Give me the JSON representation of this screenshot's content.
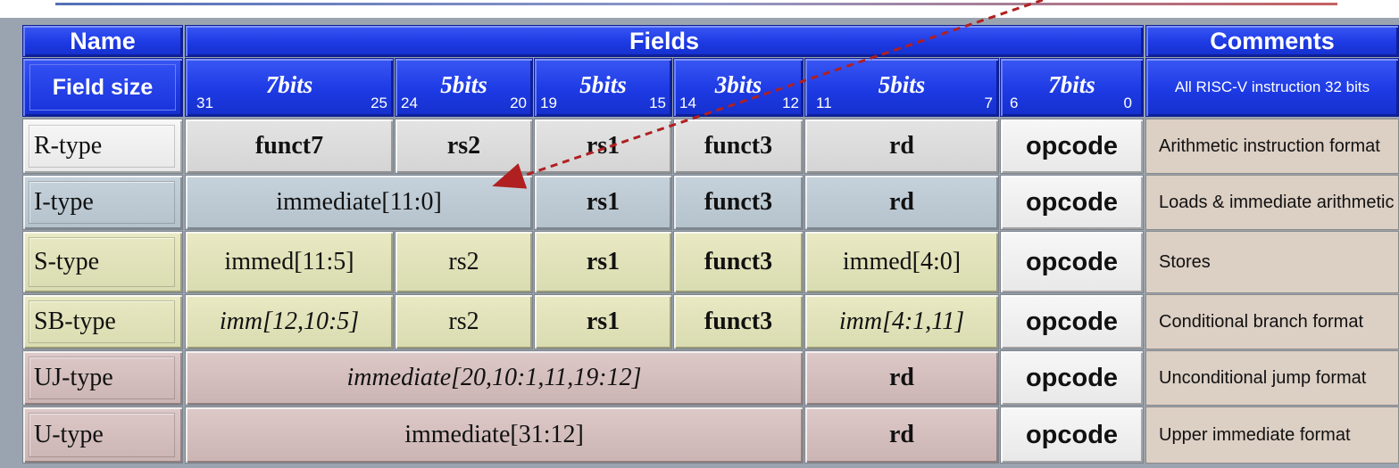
{
  "header": {
    "name": "Name",
    "fields": "Fields",
    "comments": "Comments"
  },
  "field_size": {
    "label": "Field size",
    "comment": "All RISC-V instruction 32 bits",
    "segments": [
      {
        "width": "7bits",
        "hi": "31",
        "lo": "25"
      },
      {
        "width": "5bits",
        "hi": "24",
        "lo": "20"
      },
      {
        "width": "5bits",
        "hi": "19",
        "lo": "15"
      },
      {
        "width": "3bits",
        "hi": "14",
        "lo": "12"
      },
      {
        "width": "5bits",
        "hi": "11",
        "lo": "7"
      },
      {
        "width": "7bits",
        "hi": "6",
        "lo": "0"
      }
    ]
  },
  "rows": [
    {
      "name": "R-type",
      "cells": [
        "funct7",
        "rs2",
        "rs1",
        "funct3",
        "rd",
        "opcode"
      ],
      "comment": "Arithmetic instruction format"
    },
    {
      "name": "I-type",
      "cells": [
        "immediate[11:0]",
        "rs1",
        "funct3",
        "rd",
        "opcode"
      ],
      "comment": "Loads & immediate arithmetic"
    },
    {
      "name": "S-type",
      "cells": [
        "immed[11:5]",
        "rs2",
        "rs1",
        "funct3",
        "immed[4:0]",
        "opcode"
      ],
      "comment": "Stores"
    },
    {
      "name": "SB-type",
      "cells": [
        "imm[12,10:5]",
        "rs2",
        "rs1",
        "funct3",
        "imm[4:1,11]",
        "opcode"
      ],
      "comment": "Conditional branch format"
    },
    {
      "name": "UJ-type",
      "cells": [
        "immediate[20,10:1,11,19:12]",
        "rd",
        "opcode"
      ],
      "comment": "Unconditional jump format"
    },
    {
      "name": "U-type",
      "cells": [
        "immediate[31:12]",
        "rd",
        "opcode"
      ],
      "comment": "Upper immediate format"
    }
  ],
  "colors": {
    "header_blue": "#1d3ae4",
    "r_row": "#dcdcdc",
    "i_row": "#bdc9d3",
    "s_row": "#e1e2b9",
    "uj_row": "#d4bebd",
    "comment_bg": "#dccfc4",
    "arrow": "#b02020"
  }
}
